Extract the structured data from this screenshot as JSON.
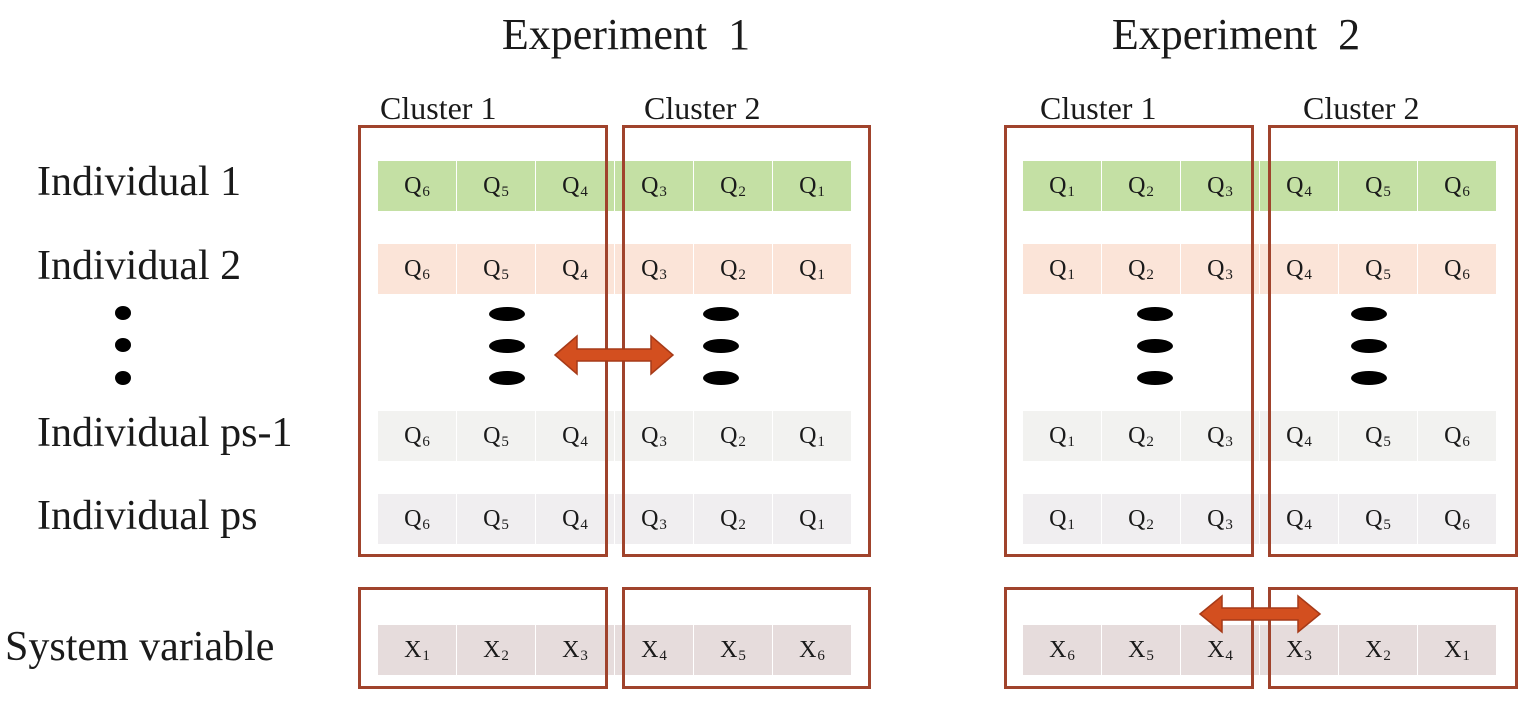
{
  "experiments": [
    {
      "title": "Experiment 1",
      "clusters": [
        "Cluster 1",
        "Cluster 2"
      ],
      "rows": [
        {
          "cells": [
            {
              "letter": "Q",
              "sub": "6"
            },
            {
              "letter": "Q",
              "sub": "5"
            },
            {
              "letter": "Q",
              "sub": "4"
            },
            {
              "letter": "Q",
              "sub": "3"
            },
            {
              "letter": "Q",
              "sub": "2"
            },
            {
              "letter": "Q",
              "sub": "1"
            }
          ]
        },
        {
          "cells": [
            {
              "letter": "Q",
              "sub": "6"
            },
            {
              "letter": "Q",
              "sub": "5"
            },
            {
              "letter": "Q",
              "sub": "4"
            },
            {
              "letter": "Q",
              "sub": "3"
            },
            {
              "letter": "Q",
              "sub": "2"
            },
            {
              "letter": "Q",
              "sub": "1"
            }
          ]
        },
        {
          "cells": [
            {
              "letter": "Q",
              "sub": "6"
            },
            {
              "letter": "Q",
              "sub": "5"
            },
            {
              "letter": "Q",
              "sub": "4"
            },
            {
              "letter": "Q",
              "sub": "3"
            },
            {
              "letter": "Q",
              "sub": "2"
            },
            {
              "letter": "Q",
              "sub": "1"
            }
          ]
        },
        {
          "cells": [
            {
              "letter": "Q",
              "sub": "6"
            },
            {
              "letter": "Q",
              "sub": "5"
            },
            {
              "letter": "Q",
              "sub": "4"
            },
            {
              "letter": "Q",
              "sub": "3"
            },
            {
              "letter": "Q",
              "sub": "2"
            },
            {
              "letter": "Q",
              "sub": "1"
            }
          ]
        }
      ],
      "system": [
        {
          "letter": "X",
          "sub": "1"
        },
        {
          "letter": "X",
          "sub": "2"
        },
        {
          "letter": "X",
          "sub": "3"
        },
        {
          "letter": "X",
          "sub": "4"
        },
        {
          "letter": "X",
          "sub": "5"
        },
        {
          "letter": "X",
          "sub": "6"
        }
      ]
    },
    {
      "title": "Experiment 2",
      "clusters": [
        "Cluster 1",
        "Cluster 2"
      ],
      "rows": [
        {
          "cells": [
            {
              "letter": "Q",
              "sub": "1"
            },
            {
              "letter": "Q",
              "sub": "2"
            },
            {
              "letter": "Q",
              "sub": "3"
            },
            {
              "letter": "Q",
              "sub": "4"
            },
            {
              "letter": "Q",
              "sub": "5"
            },
            {
              "letter": "Q",
              "sub": "6"
            }
          ]
        },
        {
          "cells": [
            {
              "letter": "Q",
              "sub": "1"
            },
            {
              "letter": "Q",
              "sub": "2"
            },
            {
              "letter": "Q",
              "sub": "3"
            },
            {
              "letter": "Q",
              "sub": "4"
            },
            {
              "letter": "Q",
              "sub": "5"
            },
            {
              "letter": "Q",
              "sub": "6"
            }
          ]
        },
        {
          "cells": [
            {
              "letter": "Q",
              "sub": "1"
            },
            {
              "letter": "Q",
              "sub": "2"
            },
            {
              "letter": "Q",
              "sub": "3"
            },
            {
              "letter": "Q",
              "sub": "4"
            },
            {
              "letter": "Q",
              "sub": "5"
            },
            {
              "letter": "Q",
              "sub": "6"
            }
          ]
        },
        {
          "cells": [
            {
              "letter": "Q",
              "sub": "1"
            },
            {
              "letter": "Q",
              "sub": "2"
            },
            {
              "letter": "Q",
              "sub": "3"
            },
            {
              "letter": "Q",
              "sub": "4"
            },
            {
              "letter": "Q",
              "sub": "5"
            },
            {
              "letter": "Q",
              "sub": "6"
            }
          ]
        }
      ],
      "system": [
        {
          "letter": "X",
          "sub": "6"
        },
        {
          "letter": "X",
          "sub": "5"
        },
        {
          "letter": "X",
          "sub": "4"
        },
        {
          "letter": "X",
          "sub": "3"
        },
        {
          "letter": "X",
          "sub": "2"
        },
        {
          "letter": "X",
          "sub": "1"
        }
      ]
    }
  ],
  "row_labels": [
    "Individual 1",
    "Individual 2",
    "Individual ps-1",
    "Individual ps"
  ],
  "system_label": "System variable",
  "colors": {
    "frame": "#a0432c",
    "arrow_fill": "#d34f1f",
    "arrow_stroke": "#a63a18",
    "dots": "#000000",
    "row_fills": [
      "#c4e0a4",
      "#fbe4d8",
      "#f2f2f0",
      "#f0eef0"
    ],
    "system_fill": "#e6dcdc"
  }
}
